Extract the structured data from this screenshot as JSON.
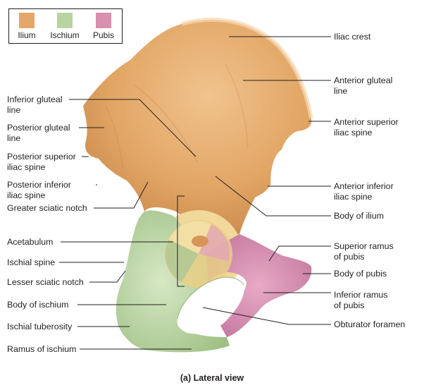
{
  "legend": [
    {
      "label": "Ilium",
      "color": "#e3a868"
    },
    {
      "label": "Ischium",
      "color": "#b8d4a0"
    },
    {
      "label": "Pubis",
      "color": "#d98fb0"
    }
  ],
  "labels": {
    "iliac_crest": "Iliac crest",
    "anterior_gluteal_line": "Anterior gluteal\nline",
    "anterior_superior_iliac_spine": "Anterior superior\niliac spine",
    "anterior_inferior_iliac_spine": "Anterior inferior\niliac spine",
    "body_of_ilium": "Body of ilium",
    "superior_ramus_of_pubis": "Superior ramus\nof pubis",
    "body_of_pubis": "Body of pubis",
    "inferior_ramus_of_pubis": "Inferior ramus\nof pubis",
    "obturator_foramen": "Obturator foramen",
    "inferior_gluteal_line": "Inferior gluteal\nline",
    "posterior_gluteal_line": "Posterior gluteal\nline",
    "posterior_superior_iliac_spine": "Posterior superior\niliac spine",
    "posterior_inferior_iliac_spine": "Posterior inferior\niliac spine",
    "greater_sciatic_notch": "Greater sciatic notch",
    "acetabulum": "Acetabulum",
    "ischial_spine": "Ischial spine",
    "lesser_sciatic_notch": "Lesser sciatic notch",
    "body_of_ischium": "Body of ischium",
    "ischial_tuberosity": "Ischial tuberosity",
    "ramus_of_ischium": "Ramus of ischium"
  },
  "caption": "(a) Lateral view"
}
